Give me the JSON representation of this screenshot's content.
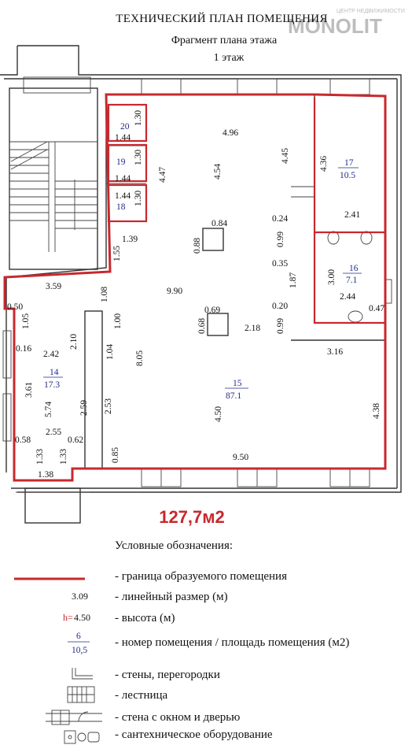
{
  "header": {
    "title": "ТЕХНИЧЕСКИЙ ПЛАН ПОМЕЩЕНИЯ",
    "subtitle": "Фрагмент плана этажа",
    "floor": "1 этаж"
  },
  "watermark": {
    "small": "ЦЕНТР НЕДВИЖИМОСТИ",
    "big": "MONOLIT"
  },
  "total_area": "127,7м2",
  "rooms": [
    {
      "number": "20",
      "area": "1.44"
    },
    {
      "number": "19",
      "area": "1.44"
    },
    {
      "number": "18",
      "area": "1.44"
    },
    {
      "number": "17",
      "area": "10.5"
    },
    {
      "number": "16",
      "area": "7.1"
    },
    {
      "number": "15",
      "area": "87.1"
    },
    {
      "number": "14",
      "area": "17.3"
    }
  ],
  "dimensions": {
    "d1": "1.30",
    "d2": "1.30",
    "d3": "1.30",
    "d4": "4.47",
    "d5": "4.96",
    "d6": "4.54",
    "d7": "4.45",
    "d8": "4.36",
    "d9": "2.41",
    "d10": "0.24",
    "d11": "0.84",
    "d12": "0.88",
    "d13": "0.99",
    "d14": "0.35",
    "d15": "1.87",
    "d16": "3.00",
    "d17": "2.44",
    "d18": "0.20",
    "d19": "0.47",
    "d20": "0.99",
    "d21": "1.39",
    "d22": "1.55",
    "d23": "3.59",
    "d24": "9.90",
    "d25": "1.08",
    "d26": "0.69",
    "d27": "0.68",
    "d28": "2.18",
    "d29": "0.50",
    "d30": "1.05",
    "d31": "1.00",
    "d32": "0.16",
    "d33": "2.42",
    "d34": "2.10",
    "d35": "1.04",
    "d36": "8.05",
    "d37": "3.16",
    "d38": "3.61",
    "d39": "5.74",
    "d40": "2.59",
    "d41": "2.53",
    "d42": "4.50",
    "d43": "4.38",
    "d44": "2.55",
    "d45": "0.62",
    "d46": "0.58",
    "d47": "1.33",
    "d48": "1.33",
    "d49": "0.85",
    "d50": "9.50",
    "d51": "1.38"
  },
  "legend": {
    "heading": "Условные обозначения:",
    "items": [
      {
        "sample": "",
        "text": "- граница  образуемого помещения"
      },
      {
        "sample": "3.09",
        "text": "- линейный размер (м)"
      },
      {
        "sample_prefix": "h=",
        "sample": "4.50",
        "text": "- высота (м)"
      },
      {
        "sample": "6",
        "sample2": "10,5",
        "text": "- номер помещения / площадь помещения (м2)"
      },
      {
        "sample": "",
        "text": "- стены, перегородки"
      },
      {
        "sample": "",
        "text": "- лестница"
      },
      {
        "sample": "",
        "text": "- стена с окном и дверью"
      },
      {
        "sample": "",
        "text": "- сантехническое оборудование"
      }
    ]
  },
  "colors": {
    "boundary": "#c8282e",
    "room_label": "#1f2a8a",
    "walls": "#333333"
  }
}
